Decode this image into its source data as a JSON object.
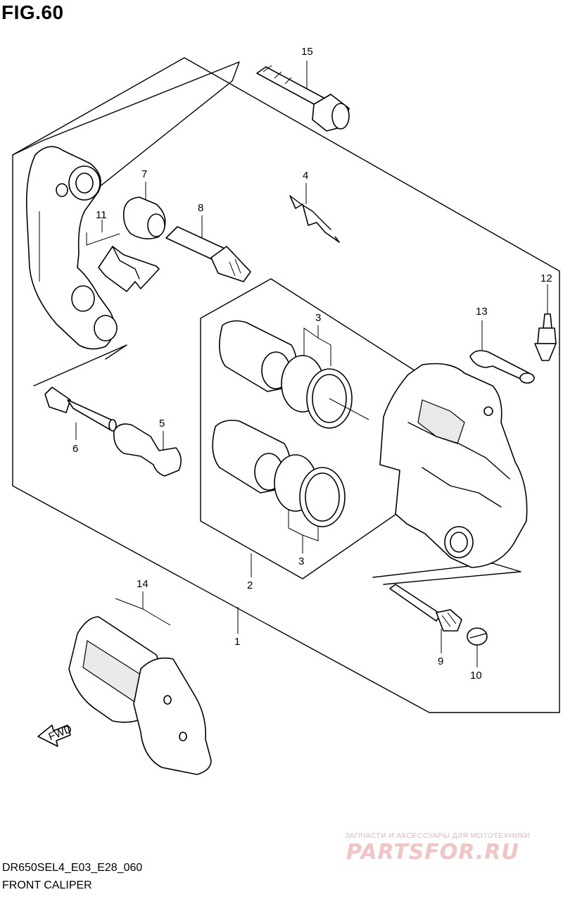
{
  "figure": {
    "title": "FIG.60",
    "model_code": "DR650SEL4_E03_E28_060",
    "caption": "FRONT CALIPER"
  },
  "callouts": {
    "c1": "1",
    "c2": "2",
    "c3a": "3",
    "c3b": "3",
    "c4": "4",
    "c5": "5",
    "c6": "6",
    "c7": "7",
    "c8": "8",
    "c9": "9",
    "c10": "10",
    "c11": "11",
    "c12": "12",
    "c13": "13",
    "c14": "14",
    "c15": "15"
  },
  "fwd_label": "FWD",
  "watermark": {
    "subtitle": "ЗАПЧАСТИ И АКСЕССУАРЫ ДЛЯ МОТОТЕХНИКИ",
    "brand": "PARTSFOR.RU"
  }
}
